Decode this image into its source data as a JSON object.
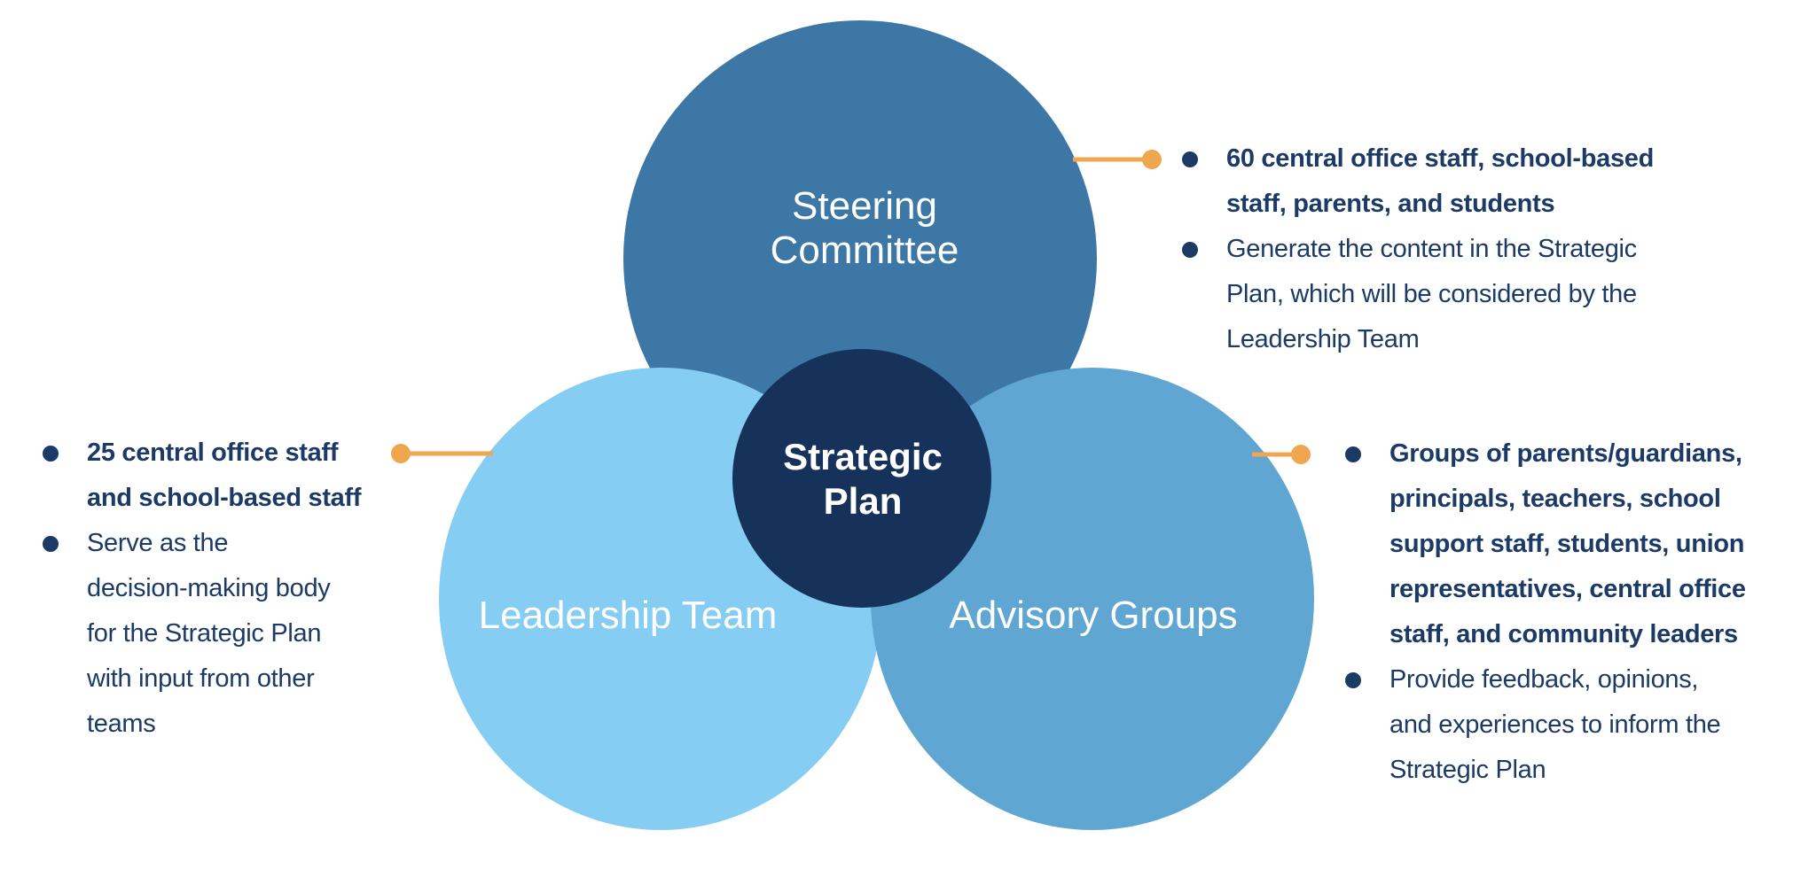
{
  "colors": {
    "steering_circle": "#3D77A5",
    "leadership_circle": "#85CDF2",
    "advisory_circle": "#5FA6D2",
    "center_circle": "#16325A",
    "connector_orange": "#F0A64F",
    "text_navy": "#1C3A66",
    "label_white": "#FFFFFF"
  },
  "venn": {
    "steering": {
      "label_line1": "Steering",
      "label_line2": "Committee"
    },
    "leadership": {
      "label": "Leadership Team"
    },
    "advisory": {
      "label": "Advisory Groups"
    },
    "center": {
      "label_line1": "Strategic",
      "label_line2": "Plan"
    }
  },
  "annotations": {
    "steering": {
      "lines": [
        {
          "text": "60 central office staff, school-based",
          "bold": true,
          "bullet": true
        },
        {
          "text": "staff, parents, and students",
          "bold": true,
          "bullet": false
        },
        {
          "text": "Generate the content in the Strategic",
          "bold": false,
          "bullet": true
        },
        {
          "text": "Plan, which will be considered by the",
          "bold": false,
          "bullet": false
        },
        {
          "text": "Leadership Team",
          "bold": false,
          "bullet": false
        }
      ]
    },
    "leadership": {
      "lines": [
        {
          "text": "25 central office staff",
          "bold": true,
          "bullet": true
        },
        {
          "text": "and school-based staff",
          "bold": true,
          "bullet": false
        },
        {
          "text": "Serve as the",
          "bold": false,
          "bullet": true
        },
        {
          "text": "decision-making body",
          "bold": false,
          "bullet": false
        },
        {
          "text": "for the Strategic Plan",
          "bold": false,
          "bullet": false
        },
        {
          "text": "with input from other",
          "bold": false,
          "bullet": false
        },
        {
          "text": "teams",
          "bold": false,
          "bullet": false
        }
      ]
    },
    "advisory": {
      "lines": [
        {
          "text": "Groups of parents/guardians,",
          "bold": true,
          "bullet": true
        },
        {
          "text": "principals, teachers, school",
          "bold": true,
          "bullet": false
        },
        {
          "text": "support staff, students, union",
          "bold": true,
          "bullet": false
        },
        {
          "text": "representatives, central office",
          "bold": true,
          "bullet": false
        },
        {
          "text": "staff, and community leaders",
          "bold": true,
          "bullet": false
        },
        {
          "text": "Provide feedback, opinions,",
          "bold": false,
          "bullet": true
        },
        {
          "text": "and experiences to inform the",
          "bold": false,
          "bullet": false
        },
        {
          "text": "Strategic Plan",
          "bold": false,
          "bullet": false
        }
      ]
    }
  }
}
